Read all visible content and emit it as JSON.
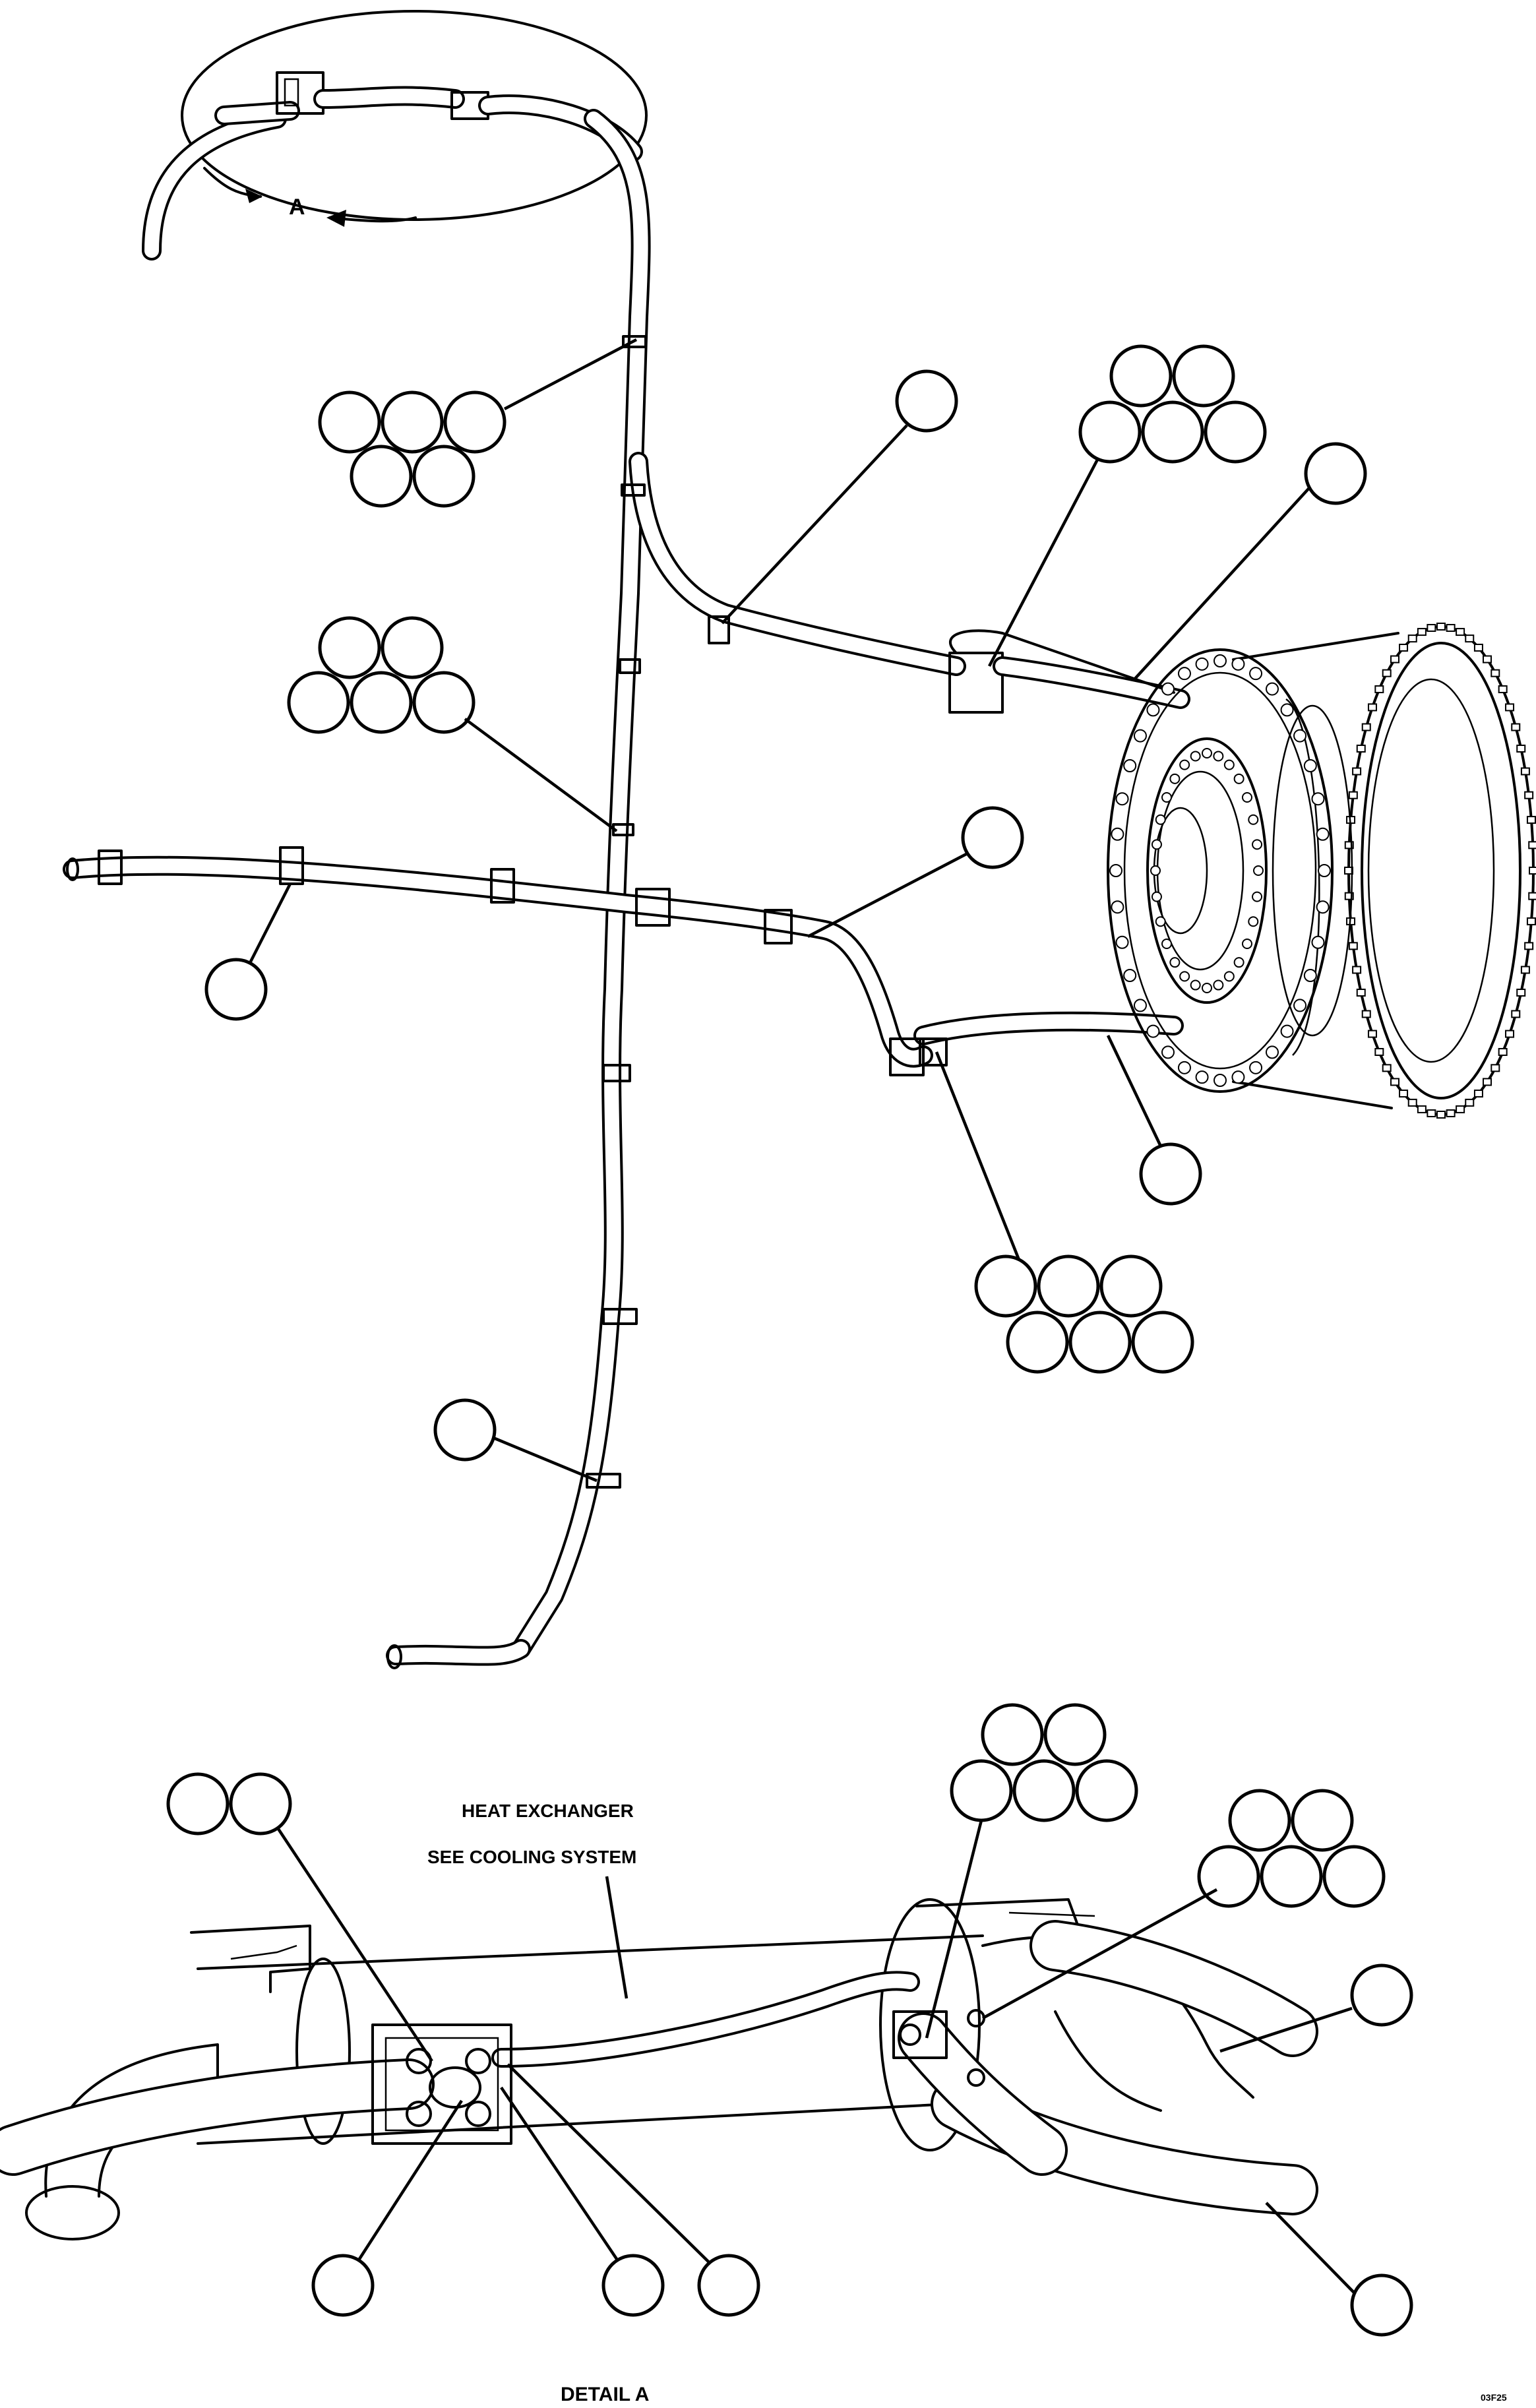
{
  "detail_marker": "A",
  "labels": {
    "heat_exchanger": "HEAT EXCHANGER",
    "see_cooling": "SEE COOLING SYSTEM",
    "detail_a": "DETAIL A",
    "figure_code": "03F25"
  },
  "icons": {
    "arrow": "arrow-head-icon",
    "callout": "callout-circle"
  }
}
